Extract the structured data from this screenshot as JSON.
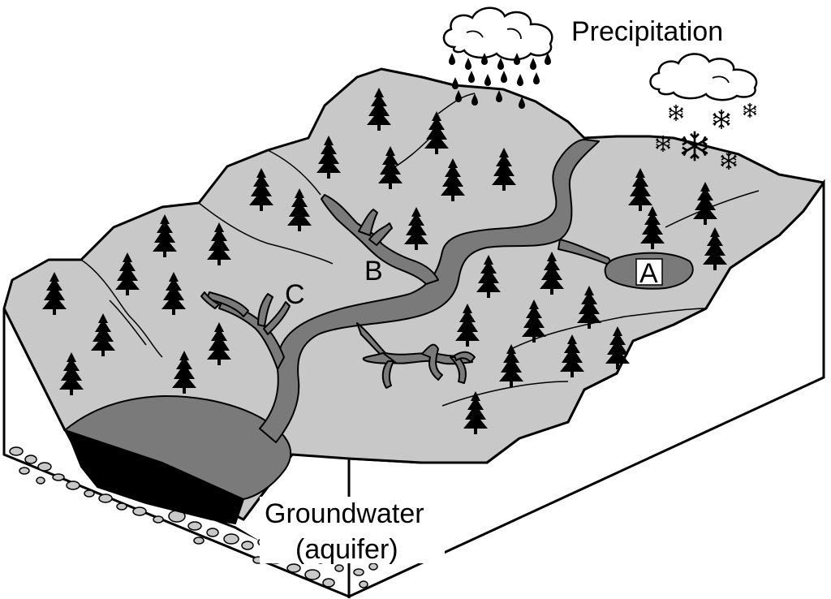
{
  "labels": {
    "precipitation": "Precipitation",
    "groundwater_line1": "Groundwater",
    "groundwater_line2": "(aquifer)",
    "marker_a": "A",
    "marker_b": "B",
    "marker_c": "C"
  },
  "colors": {
    "land": "#c8c8c8",
    "water": "#7a7a7a",
    "aquifer": "#000000",
    "outline": "#000000",
    "ground": "#ffffff"
  },
  "icons": {
    "tree": "conifer-tree-icon",
    "rain_cloud": "rain-cloud-icon",
    "snow_cloud": "snow-cloud-icon",
    "snowflake": "snowflake-icon",
    "raindrop": "raindrop-icon"
  }
}
